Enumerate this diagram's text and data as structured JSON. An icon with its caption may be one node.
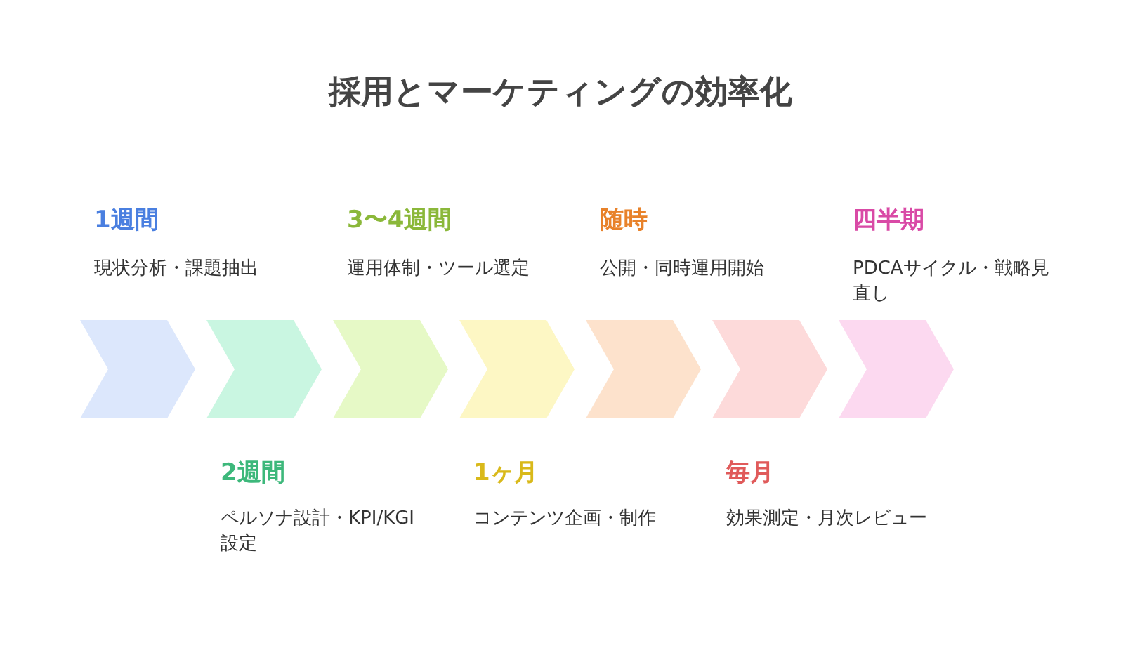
{
  "diagram": {
    "title": "採用とマーケティングの効率化",
    "nodes": [
      {
        "text": [],
        "shape": "chevron",
        "beside": [
          "1週間",
          "現状分析・課題抽出"
        ]
      },
      {
        "text": [],
        "shape": "chevron",
        "beside": [
          "2週間",
          "ペルソナ設計・KPI/KGI設定"
        ]
      },
      {
        "text": [],
        "shape": "chevron",
        "beside": [
          "3〜4週間",
          "運用体制・ツール選定"
        ]
      },
      {
        "text": [],
        "shape": "chevron",
        "beside": [
          "1ヶ月",
          "コンテンツ企画・制作"
        ]
      },
      {
        "text": [],
        "shape": "chevron",
        "beside": [
          "随時",
          "公開・同時運用開始"
        ]
      },
      {
        "text": [],
        "shape": "chevron",
        "beside": [
          "毎月",
          "効果測定・月次レビュー"
        ]
      },
      {
        "text": [],
        "shape": "chevron",
        "beside": [
          "四半期",
          "PDCAサイクル・戦略見直し"
        ]
      }
    ]
  }
}
